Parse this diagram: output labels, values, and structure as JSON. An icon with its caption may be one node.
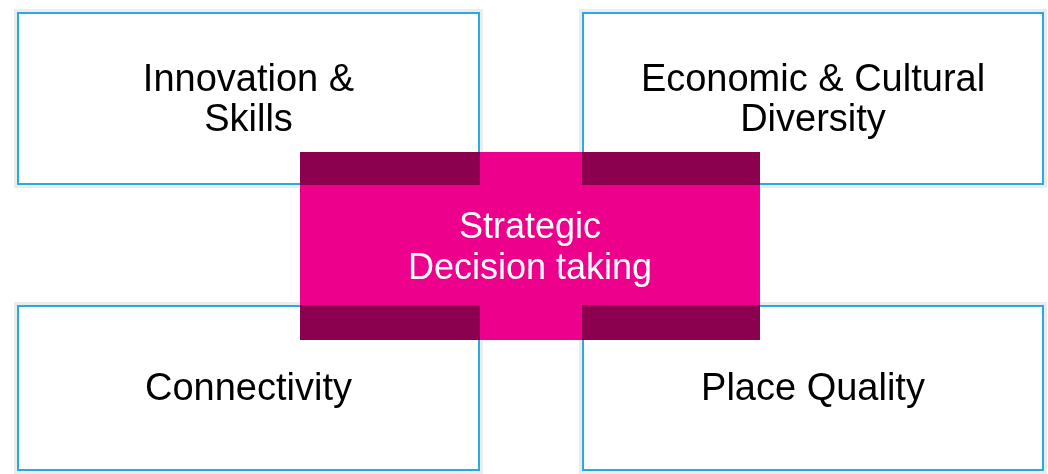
{
  "diagram": {
    "nodes": [
      {
        "text": [
          "Innovation & Skills"
        ]
      },
      {
        "text": [
          "Economic & Cultural Diversity"
        ]
      },
      {
        "text": [
          "Strategic Decision taking"
        ]
      },
      {
        "text": [
          "Connectivity"
        ]
      },
      {
        "text": [
          "Place Quality"
        ]
      }
    ],
    "edges": []
  }
}
